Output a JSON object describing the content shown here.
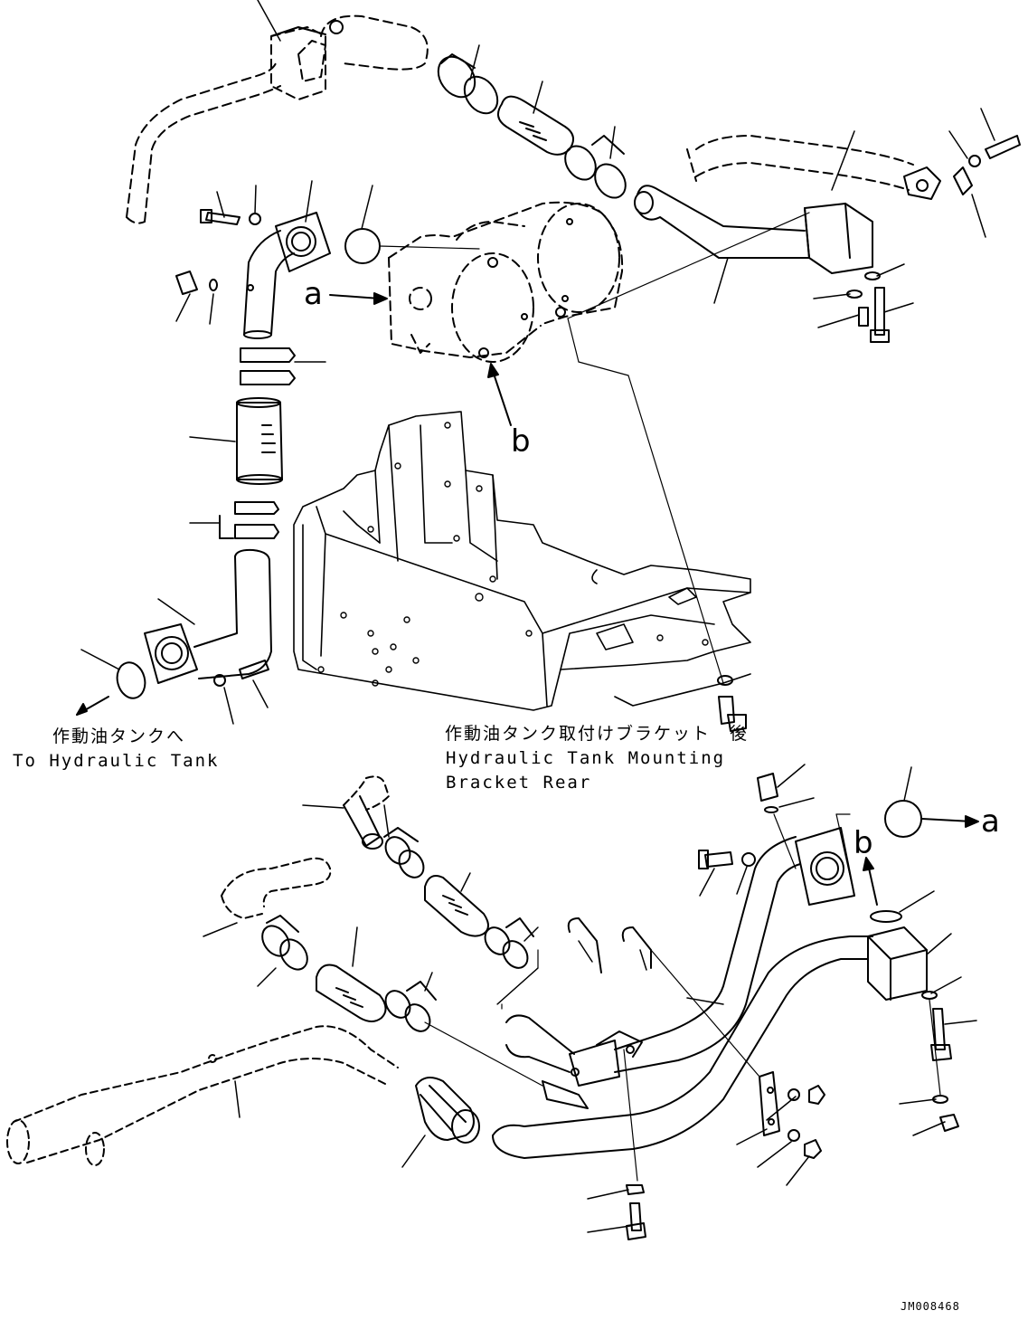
{
  "callouts": {
    "to_tank_jp": "作動油タンクへ",
    "to_tank_en": "To Hydraulic Tank",
    "bracket_jp": "作動油タンク取付けブラケット　後",
    "bracket_en_1": "Hydraulic Tank Mounting",
    "bracket_en_2": "Bracket Rear"
  },
  "view_markers": {
    "a_upper": "a",
    "b_upper": "b",
    "a_lower": "a",
    "b_lower": "b"
  },
  "drawing_code": "JM008468",
  "colors": {
    "line": "#000000",
    "background": "#ffffff"
  }
}
